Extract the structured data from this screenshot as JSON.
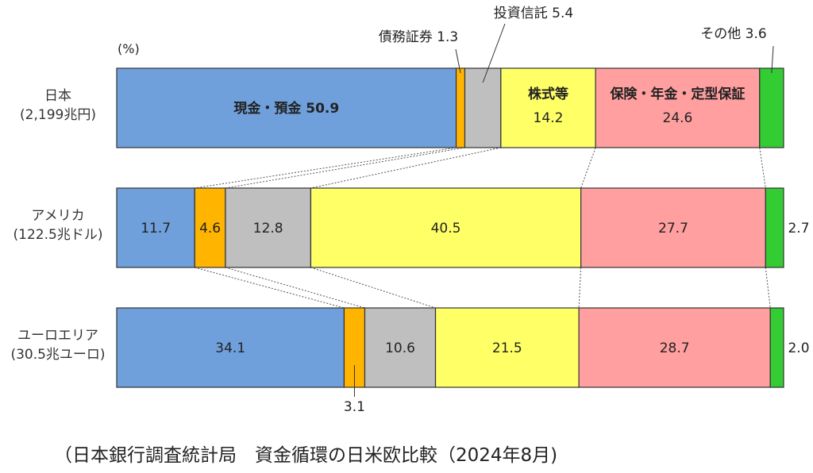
{
  "chart_data": {
    "type": "bar",
    "orientation": "horizontal-stacked-100",
    "unit_label": "(%)",
    "caption": "（日本銀行調査統計局　資金循環の日米欧比較（2024年8月)",
    "categories": [
      {
        "name": "日本",
        "sub": "(2,199兆円)"
      },
      {
        "name": "アメリカ",
        "sub": "(122.5兆ドル)"
      },
      {
        "name": "ユーロエリア",
        "sub": "(30.5兆ユーロ)"
      }
    ],
    "series": [
      {
        "name": "現金・預金",
        "values": [
          50.9,
          11.7,
          34.1
        ],
        "color": "#6fa0dc"
      },
      {
        "name": "債務証券",
        "values": [
          1.3,
          4.6,
          3.1
        ],
        "color": "#ffb400"
      },
      {
        "name": "投資信託",
        "values": [
          5.4,
          12.8,
          10.6
        ],
        "color": "#bfbfbf"
      },
      {
        "name": "株式等",
        "values": [
          14.2,
          40.5,
          21.5
        ],
        "color": "#ffff66"
      },
      {
        "name": "保険・年金・定型保証",
        "values": [
          24.6,
          27.7,
          28.7
        ],
        "color": "#ff9f9f"
      },
      {
        "name": "その他",
        "values": [
          3.6,
          2.7,
          2.0
        ],
        "color": "#33cc33"
      }
    ],
    "labels": [
      [
        {
          "text": "現金・預金  50.9",
          "pos": "inside",
          "bold": true
        },
        {
          "text": "債務証券 1.3",
          "pos": "above"
        },
        {
          "text": "投資信託  5.4",
          "pos": "above"
        },
        {
          "text": "株式等",
          "text2": "14.2",
          "pos": "inside",
          "bold": true
        },
        {
          "text": "保険・年金・定型保証",
          "text2": "24.6",
          "pos": "inside",
          "bold": true
        },
        {
          "text": "その他  3.6",
          "pos": "above"
        }
      ],
      [
        {
          "text": "11.7",
          "pos": "inside"
        },
        {
          "text": "4.6",
          "pos": "inside"
        },
        {
          "text": "12.8",
          "pos": "inside"
        },
        {
          "text": "40.5",
          "pos": "inside"
        },
        {
          "text": "27.7",
          "pos": "inside"
        },
        {
          "text": "2.7",
          "pos": "outside-right"
        }
      ],
      [
        {
          "text": "34.1",
          "pos": "inside"
        },
        {
          "text": "3.1",
          "pos": "below"
        },
        {
          "text": "10.6",
          "pos": "inside"
        },
        {
          "text": "21.5",
          "pos": "inside"
        },
        {
          "text": "28.7",
          "pos": "inside"
        },
        {
          "text": "2.0",
          "pos": "outside-right"
        }
      ]
    ],
    "xlim": [
      0,
      100
    ],
    "grid": false,
    "legend": "none"
  }
}
